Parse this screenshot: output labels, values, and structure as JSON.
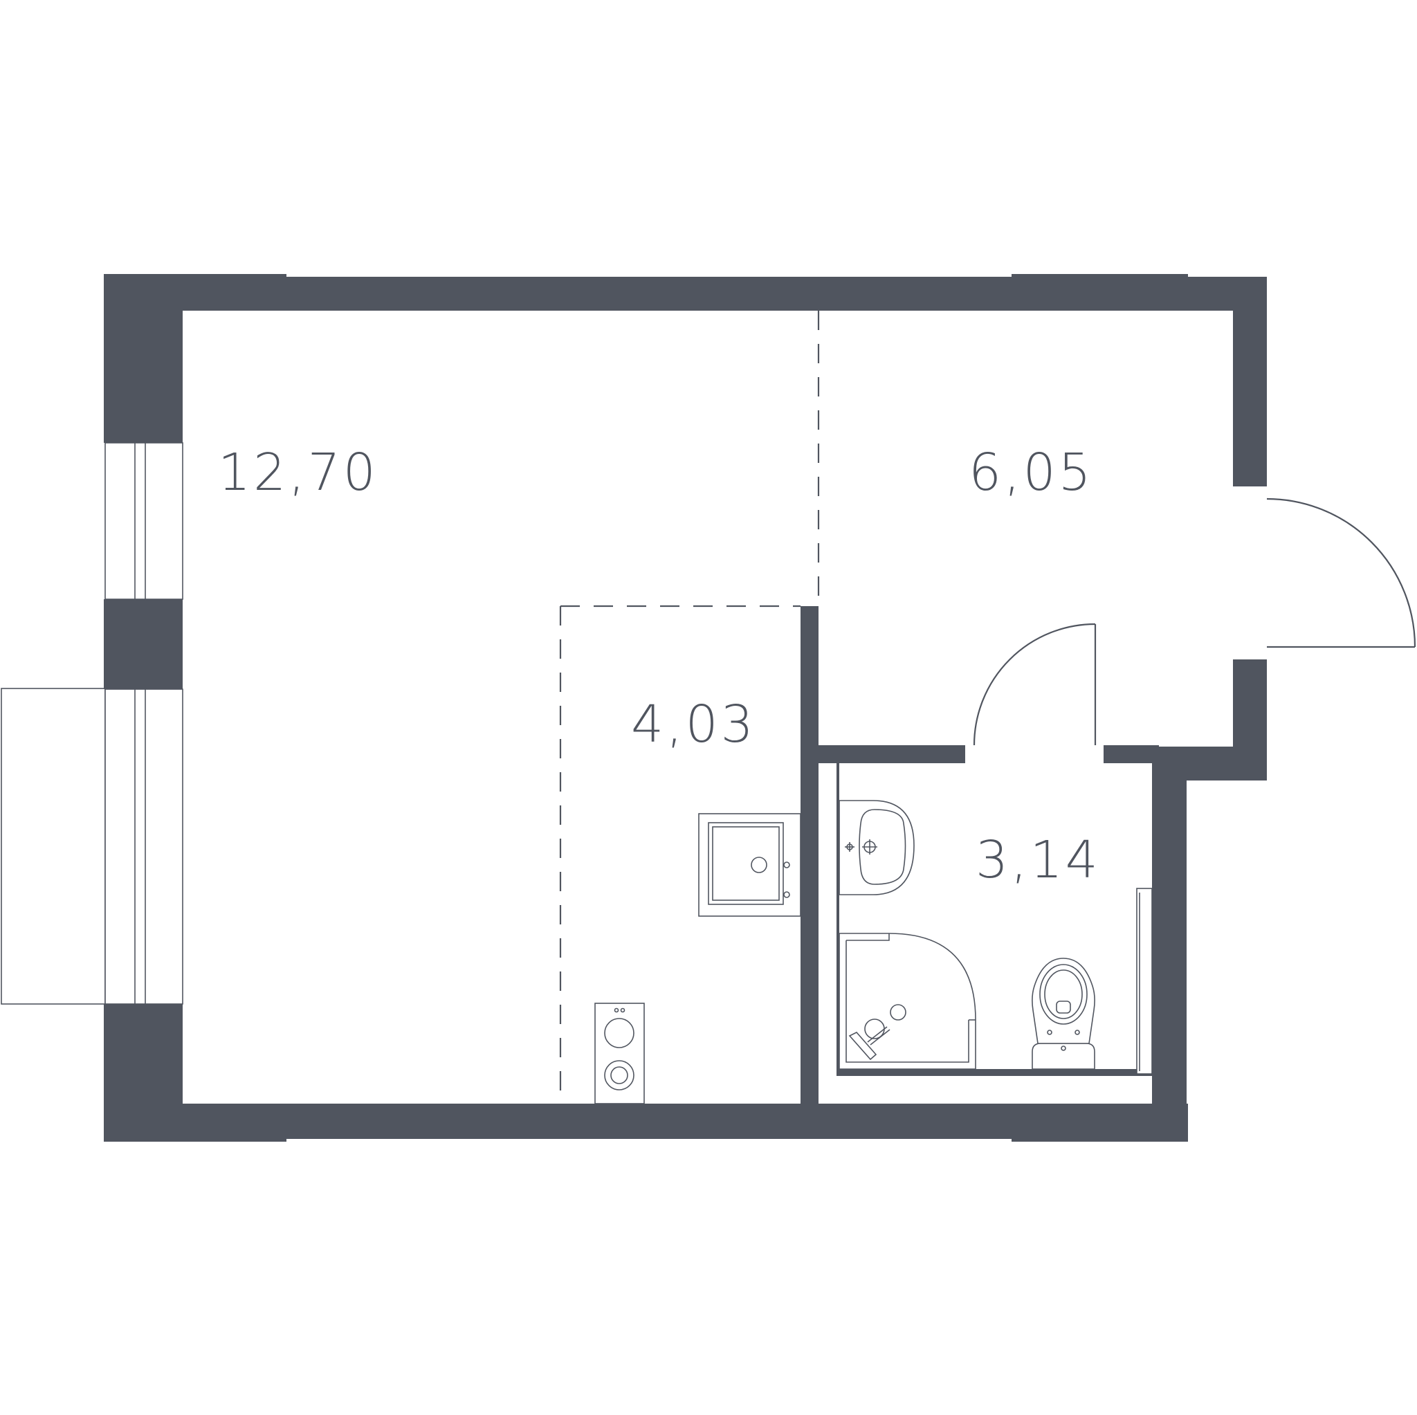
{
  "floor_plan": {
    "rooms": [
      {
        "id": "living-room",
        "area": "12,70"
      },
      {
        "id": "hallway",
        "area": "6,05"
      },
      {
        "id": "kitchen",
        "area": "4,03"
      },
      {
        "id": "bathroom",
        "area": "3,14"
      }
    ],
    "colors": {
      "wall": "#50555f",
      "background": "#ffffff"
    },
    "fixtures": [
      "sink-icon",
      "stove-icon",
      "washbasin-icon",
      "shower-icon",
      "toilet-icon",
      "balcony",
      "windows",
      "doors"
    ]
  }
}
